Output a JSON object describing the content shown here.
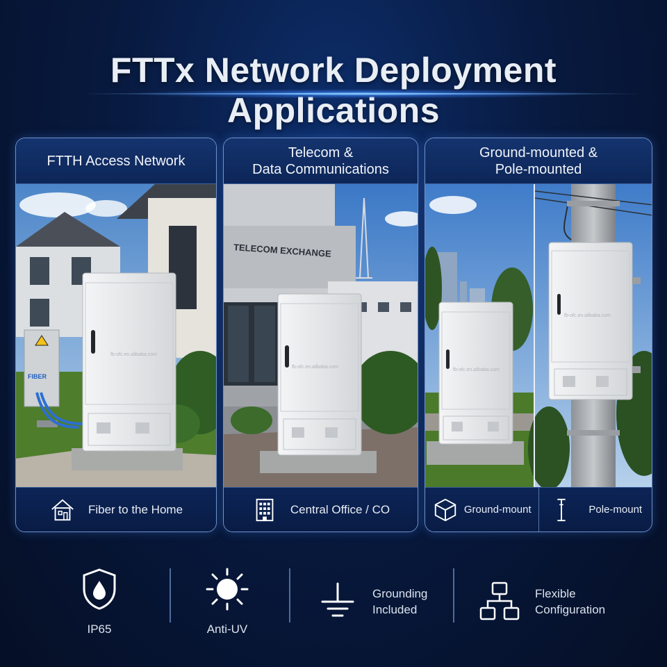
{
  "title": "FTTx Network Deployment Applications",
  "panels": [
    {
      "heading": "FTTH Access Network",
      "footer": "Fiber to the Home",
      "footer_icon": "house-icon",
      "sign_text": "FIBER",
      "watermark": "fb-ofc.en.alibaba.com"
    },
    {
      "heading": "Telecom &\nData Communications",
      "footer": "Central Office / CO",
      "footer_icon": "building-icon",
      "sign_text": "TELECOM EXCHANGE",
      "watermark": "fb-ofc.en.alibaba.com"
    },
    {
      "heading": "Ground-mounted &\nPole-mounted",
      "footer_left": "Ground-mount",
      "footer_left_icon": "cube-icon",
      "footer_right": "Pole-mount",
      "footer_right_icon": "pole-icon",
      "watermark_left": "fb-ofc.en.alibaba.com",
      "watermark_right": "fb-ofc.en.alibaba.com"
    }
  ],
  "features": [
    {
      "label": "IP65",
      "icon": "water-shield-icon"
    },
    {
      "label": "Anti-UV",
      "icon": "sun-icon"
    },
    {
      "label": "Grounding\nIncluded",
      "icon": "ground-icon"
    },
    {
      "label": "Flexible\nConfiguration",
      "icon": "network-blocks-icon"
    }
  ],
  "colors": {
    "background": "#081a40",
    "panel_border": "#6f93c9",
    "accent_glow": "#82c8ff",
    "cabinet": "#eceef0"
  }
}
